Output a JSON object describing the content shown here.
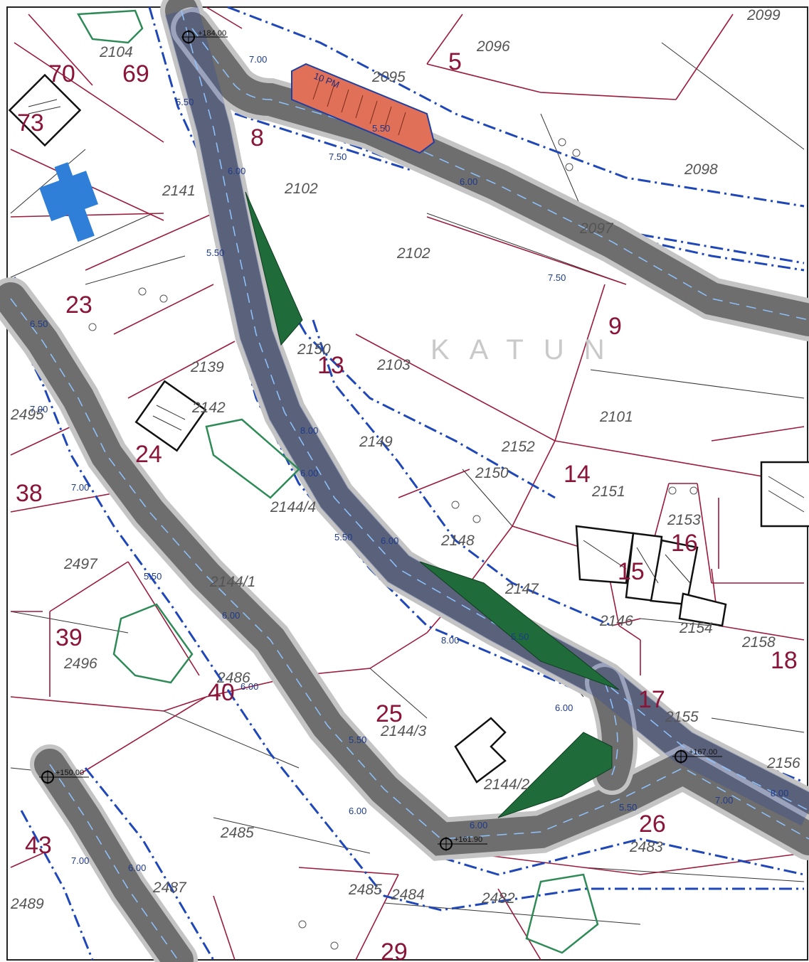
{
  "map": {
    "place_name": "KATUN",
    "parking_label": "10 PM",
    "spot_heights": [
      "+184.00",
      "+167.00",
      "+150.00",
      "+161.90"
    ],
    "plot_numbers": [
      "70",
      "69",
      "73",
      "5",
      "8",
      "23",
      "9",
      "13",
      "24",
      "14",
      "16",
      "15",
      "38",
      "39",
      "40",
      "25",
      "17",
      "18",
      "26",
      "43",
      "29"
    ],
    "parcel_numbers": [
      "2104",
      "2096",
      "2099",
      "2095",
      "2102",
      "2098",
      "2141",
      "2102",
      "2097",
      "2139",
      "2150",
      "2103",
      "2142",
      "2149",
      "2152",
      "2101",
      "2150",
      "2151",
      "2153",
      "2144/4",
      "2148",
      "2147",
      "2495",
      "2497",
      "2144/1",
      "2146",
      "2154",
      "2158",
      "2496",
      "2486",
      "2155",
      "2144/3",
      "2144/2",
      "2156",
      "2485",
      "2483",
      "2489",
      "2487",
      "2485",
      "2484",
      "2482"
    ],
    "dimensions": [
      "7.00",
      "5.50",
      "7.50",
      "5.50",
      "6.00",
      "5.50",
      "6.00",
      "7.50",
      "6.50",
      "7.00",
      "7.00",
      "8.00",
      "6.00",
      "5.50",
      "6.00",
      "5.50",
      "6.00",
      "8.00",
      "5.50",
      "6.00",
      "6.00",
      "5.50",
      "7.00",
      "6.00",
      "8.00",
      "7.00",
      "6.00",
      "5.50",
      "6.00"
    ],
    "colors": {
      "road": "#6e6e6e",
      "road_edge": "#1f3fa3",
      "parcel_line": "#9b1b3c",
      "boundary_dash": "#1f47b8",
      "green_area": "#1f6b3a",
      "parking": "#e07057",
      "water_tank": "#2f7fd8",
      "existing_green_building": "#2e8b57"
    }
  }
}
